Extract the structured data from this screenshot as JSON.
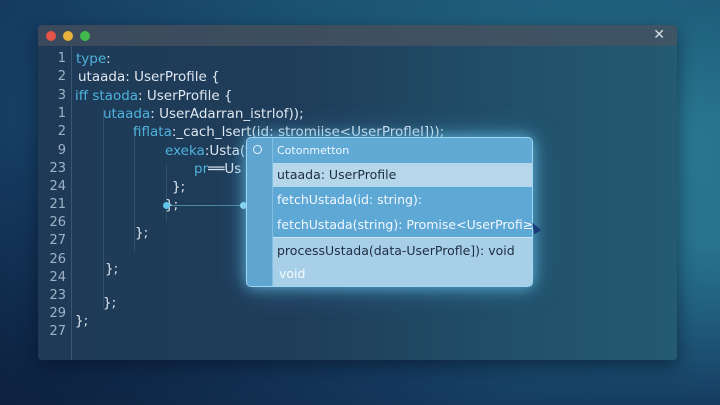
{
  "window": {
    "traffic_lights": [
      "close",
      "minimize",
      "maximize"
    ],
    "close_icon": "✕"
  },
  "editor": {
    "line_numbers": [
      "1",
      "2",
      "3",
      "1",
      "2",
      "9",
      "23",
      "24",
      "21",
      "26",
      "27",
      "26",
      "24",
      "23",
      "29",
      "27"
    ],
    "lines": [
      {
        "kw": "type",
        "rest": ":"
      },
      {
        "kw": "",
        "rest": "utaada: UserProfile {"
      },
      {
        "kw": "iff staoda",
        "rest": ": UserProfile {"
      },
      {
        "kw": "utaada",
        "rest": ": UserAdarran_istrlof));"
      },
      {
        "kw": "fiflata",
        "rest": ":_cach_lsert(id: stromiise<UserProflel]));"
      },
      {
        "kw": "exeka",
        "rest": ":Usta(f"
      },
      {
        "kw": "pr",
        "rest": "══Us"
      },
      {
        "kw": "",
        "rest": "};"
      },
      {
        "kw": "",
        "rest": "};"
      },
      {
        "kw": "",
        "rest": "};"
      },
      {
        "kw": "",
        "rest": ""
      },
      {
        "kw": "",
        "rest": "};"
      },
      {
        "kw": "",
        "rest": ""
      },
      {
        "kw": "",
        "rest": "};"
      },
      {
        "kw": "",
        "rest": "};"
      }
    ]
  },
  "completion_popup": {
    "icon": "circle-icon",
    "title": "Cotonmetton",
    "items": [
      "utaada: UserProfile",
      "fetchUstada(id: string):",
      "fetchUstada(string): Promise<UserProfi≥)",
      "processUstada(data-UserProfle]): void",
      "void"
    ]
  },
  "colors": {
    "keyword": "#4fb3dc",
    "text": "#dfe7ef",
    "popup_accent": "#6fb2da",
    "popup_selected": "#b6d6ea"
  }
}
